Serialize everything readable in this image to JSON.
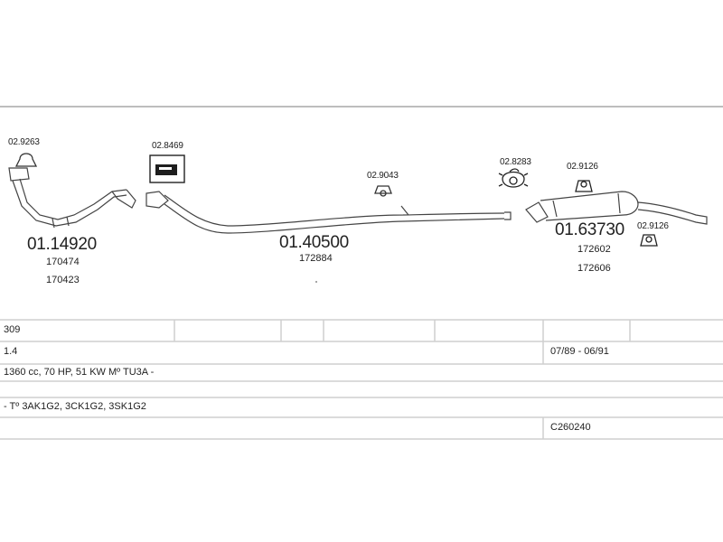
{
  "diagram": {
    "parts": {
      "p_029263": "02.9263",
      "p_028469": "02.8469",
      "p_029043": "02.9043",
      "p_028283": "02.8283",
      "p_029126a": "02.9126",
      "p_029126b": "02.9126",
      "front_pipe": "01.14920",
      "front_alt1": "170474",
      "front_alt2": "170423",
      "middle_pipe": "01.40500",
      "middle_alt1": "172884",
      "rear_silencer": "01.63730",
      "rear_alt1": "172602",
      "rear_alt2": "172606"
    }
  },
  "table": {
    "model": "309",
    "engine": "1.4",
    "years": "07/89 - 06/91",
    "specs": "1360 cc, 70 HP, 51 KW Mº TU3A -",
    "types": "- Tº 3AK1G2, 3CK1G2, 3SK1G2",
    "code": "C260240"
  }
}
